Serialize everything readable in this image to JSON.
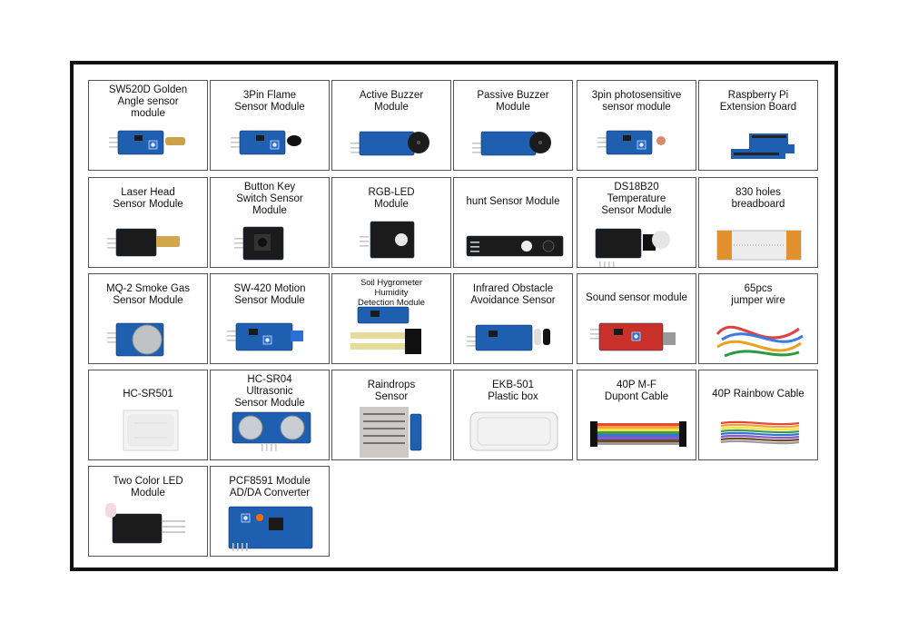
{
  "colors": {
    "frame": "#111111",
    "cell_border": "#555555",
    "pcb_blue": "#1f5fb0",
    "pcb_black": "#1b1b1b",
    "pcb_red": "#c8312a"
  },
  "modules": [
    {
      "id": "sw520d",
      "label": "SW520D Golden\nAngle sensor\nmodule",
      "img": "blue-module-tilt"
    },
    {
      "id": "flame",
      "label": "3Pin Flame\nSensor Module",
      "img": "blue-module-flame"
    },
    {
      "id": "active-buzzer",
      "label": "Active Buzzer\nModule",
      "img": "blue-module-buzzer"
    },
    {
      "id": "passive-buzzer",
      "label": "Passive Buzzer\nModule",
      "img": "blue-module-buzzer"
    },
    {
      "id": "photo",
      "label": "3pin photosensitive\nsensor module",
      "img": "blue-module-ldr"
    },
    {
      "id": "rpi-ext",
      "label": "Raspberry Pi\nExtension Board",
      "img": "extension-board"
    },
    {
      "id": "laser",
      "label": "Laser Head\nSensor Module",
      "img": "black-module-laser"
    },
    {
      "id": "button",
      "label": "Button Key\nSwitch Sensor\nModule",
      "img": "black-module-button"
    },
    {
      "id": "rgb",
      "label": "RGB-LED\nModule",
      "img": "black-module-led"
    },
    {
      "id": "hunt",
      "label": "hunt Sensor Module",
      "img": "black-strip-sensor"
    },
    {
      "id": "ds18b20",
      "label": "DS18B20\nTemperature\nSensor Module",
      "img": "black-module-temp"
    },
    {
      "id": "breadboard",
      "label": "830 holes\nbreadboard",
      "img": "breadboard"
    },
    {
      "id": "mq2",
      "label": "MQ-2 Smoke Gas\nSensor Module",
      "img": "blue-module-gas"
    },
    {
      "id": "sw420",
      "label": "SW-420 Motion\nSensor Module",
      "img": "blue-module-motion"
    },
    {
      "id": "soil",
      "label": "Soil Hygrometer\nHumidity\nDetection Module",
      "img": "soil-probe"
    },
    {
      "id": "ir",
      "label": "Infrared Obstacle\nAvoidance Sensor",
      "img": "blue-module-ir"
    },
    {
      "id": "sound",
      "label": "Sound sensor module",
      "img": "red-module-mic"
    },
    {
      "id": "jumper",
      "label": "65pcs\njumper wire",
      "img": "jumper-wires"
    },
    {
      "id": "hcsr501",
      "label": "HC-SR501",
      "img": "pir-sensor"
    },
    {
      "id": "hcsr04",
      "label": "HC-SR04\nUltrasonic\nSensor Module",
      "img": "ultrasonic"
    },
    {
      "id": "raindrops",
      "label": "Raindrops\nSensor",
      "img": "rain-board"
    },
    {
      "id": "ekb501",
      "label": "EKB-501\nPlastic box",
      "img": "plastic-box"
    },
    {
      "id": "dupont",
      "label": "40P M-F\nDupont Cable",
      "img": "ribbon-cable"
    },
    {
      "id": "rainbow",
      "label": "40P Rainbow Cable",
      "img": "ribbon-cable-loose"
    },
    {
      "id": "two-color-led",
      "label": "Two Color LED\nModule",
      "img": "black-module-2led"
    },
    {
      "id": "pcf8591",
      "label": "PCF8591 Module\nAD/DA Converter",
      "img": "blue-module-adc"
    }
  ]
}
